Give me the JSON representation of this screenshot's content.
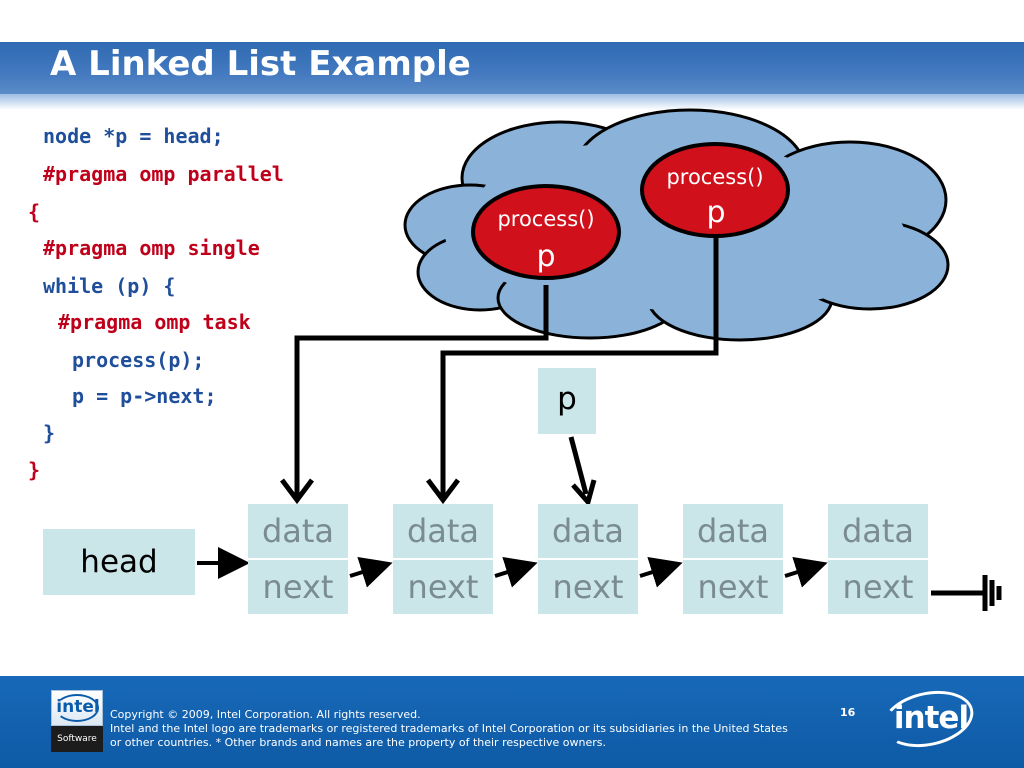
{
  "slide": {
    "title": "A Linked List Example",
    "page_number": "16"
  },
  "code": {
    "lines": [
      "node *p = head;",
      "#pragma omp parallel",
      "{",
      "#pragma omp single",
      "while (p) {",
      "#pragma omp task",
      "process(p);",
      "p = p->next;",
      "}",
      "}"
    ]
  },
  "diagram": {
    "tasks": [
      {
        "call": "process()",
        "var": "p"
      },
      {
        "call": "process()",
        "var": "p"
      }
    ],
    "pointer_label": "p",
    "head_label": "head",
    "nodes": [
      {
        "data": "data",
        "next": "next"
      },
      {
        "data": "data",
        "next": "next"
      },
      {
        "data": "data",
        "next": "next"
      },
      {
        "data": "data",
        "next": "next"
      },
      {
        "data": "data",
        "next": "next"
      }
    ],
    "colors": {
      "cloud": "#8bb3d9",
      "task_fill": "#d0101a",
      "node_fill": "#cbe6e9",
      "node_text": "#7a8b91"
    }
  },
  "footer": {
    "logo_small_word": "intel",
    "logo_small_sub": "Software",
    "copyright": "Copyright © 2009, Intel Corporation. All rights reserved.",
    "trademark_1": "Intel and the Intel logo are trademarks or registered trademarks of Intel Corporation or its subsidiaries in the United States",
    "trademark_2": "or other countries. * Other brands and names are the property of their respective owners.",
    "logo_big_word": "intel",
    "colors": {
      "title_bar": "#3a72bb",
      "footer": "#1466b4"
    }
  }
}
